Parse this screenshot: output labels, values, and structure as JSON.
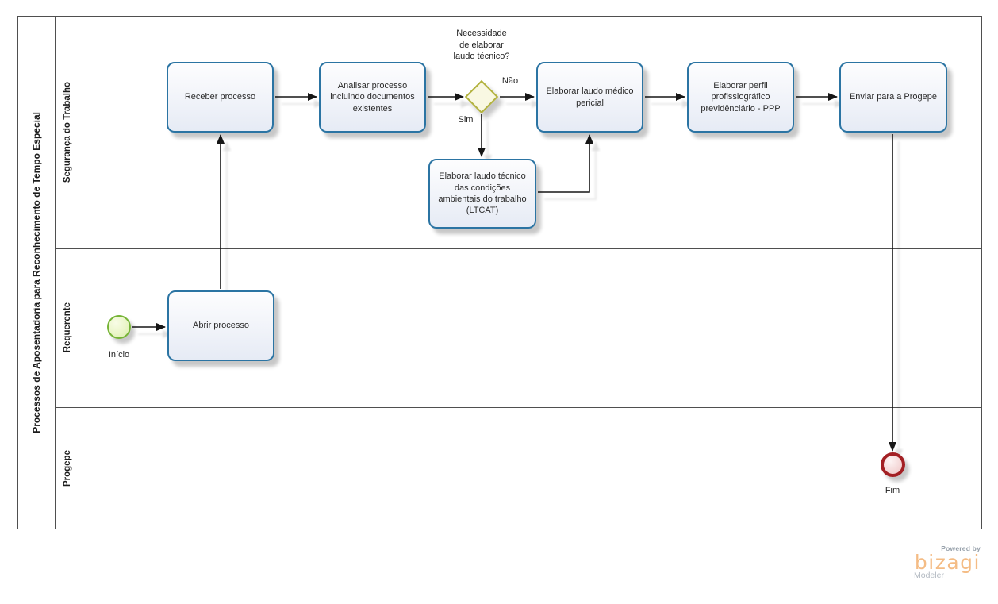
{
  "pool": {
    "title": "Processos de Aposentadoria para Reconhecimento de Tempo Especial",
    "lanes": [
      "Segurança do Trabalho",
      "Requerente",
      "Progepe"
    ]
  },
  "tasks": {
    "receber": "Receber processo",
    "analisar": "Analisar processo incluindo documentos existentes",
    "medico": "Elaborar laudo médico pericial",
    "perfil": "Elaborar perfil profissiográfico previdênciário - PPP",
    "enviar": "Enviar para a Progepe",
    "ltcat": "Elaborar laudo técnico das condições ambientais do trabalho (LTCAT)",
    "abrir": "Abrir processo"
  },
  "gateway": {
    "question": "Necessidade\nde elaborar\nlaudo técnico?",
    "no_label": "Não",
    "yes_label": "Sim"
  },
  "events": {
    "start_label": "Início",
    "end_label": "Fim"
  },
  "branding": {
    "powered_by": "Powered by",
    "logo_text": "bizagi",
    "product": "Modeler"
  },
  "colors": {
    "task_border": "#2b74a3",
    "gateway_border": "#b2b23e",
    "start_border": "#76b437",
    "end_border": "#a32024",
    "line": "#4f4f4f",
    "flow": "#141414",
    "logo_orange": "#f4bc85"
  }
}
